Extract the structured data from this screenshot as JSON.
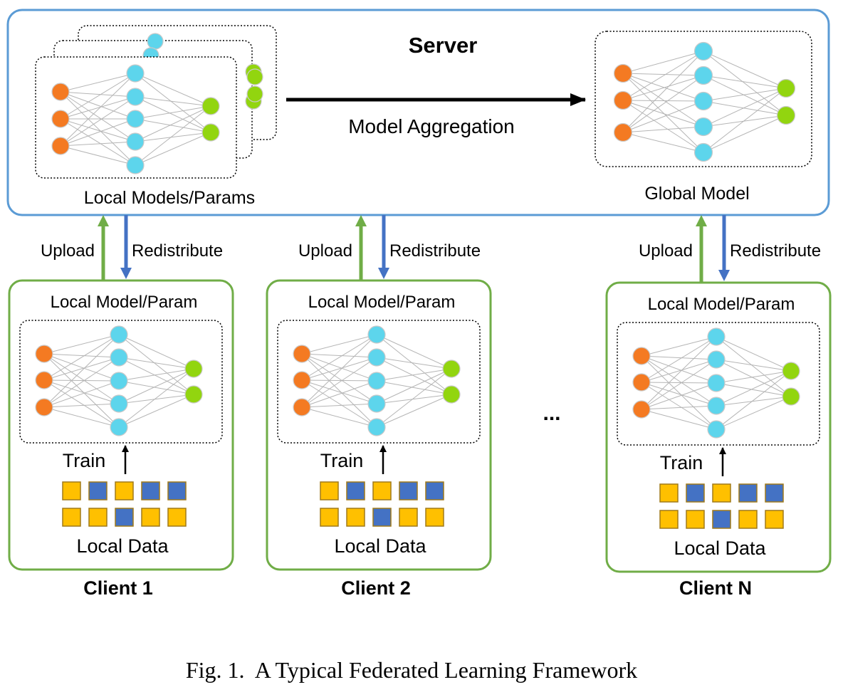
{
  "server": {
    "title": "Server",
    "local_models_label": "Local Models/Params",
    "aggregation_label": "Model Aggregation",
    "global_model_label": "Global Model"
  },
  "clients": [
    {
      "name": "Client 1",
      "model_label": "Local Model/Param",
      "train_label": "Train",
      "data_label": "Local Data",
      "upload_label": "Upload",
      "redistribute_label": "Redistribute"
    },
    {
      "name": "Client 2",
      "model_label": "Local Model/Param",
      "train_label": "Train",
      "data_label": "Local Data",
      "upload_label": "Upload",
      "redistribute_label": "Redistribute"
    },
    {
      "name": "Client N",
      "model_label": "Local Model/Param",
      "train_label": "Train",
      "data_label": "Local Data",
      "upload_label": "Upload",
      "redistribute_label": "Redistribute"
    }
  ],
  "ellipsis": "...",
  "caption": "Fig. 1.  A Typical Federated Learning Framework",
  "data_pattern": [
    [
      "yellow",
      "blue",
      "yellow",
      "blue",
      "blue"
    ],
    [
      "yellow",
      "yellow",
      "blue",
      "yellow",
      "yellow"
    ]
  ],
  "colors": {
    "server_border": "#5b9bd5",
    "client_border": "#70ad47",
    "input_node": "#f47a22",
    "hidden_node": "#5dd5ec",
    "output_node": "#92d50f",
    "data_yellow": "#ffc000",
    "data_blue": "#4472c4",
    "upload_arrow": "#70ad47",
    "redistribute_arrow": "#4472c4"
  }
}
